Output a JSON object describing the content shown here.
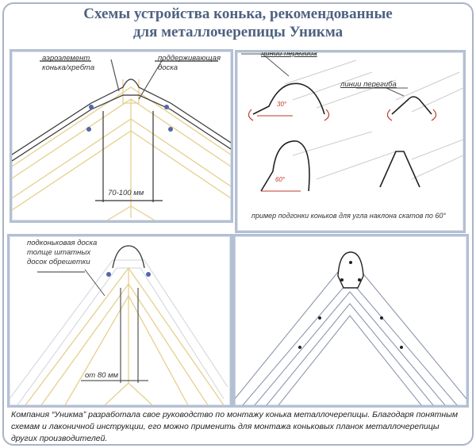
{
  "title": {
    "line1": "Схемы устройства конька, рекомендованные",
    "line2": "для металлочерепицы Уникма"
  },
  "panel_top_left": {
    "label_aero": [
      "аэроэлемент",
      "конька/хребта"
    ],
    "label_board": [
      "поддерживающая",
      "доска"
    ],
    "dimension": "70-100 мм"
  },
  "panel_top_right": {
    "bend_line_1": "линии перегиба",
    "bend_line_2": "линии перегиба",
    "angle_30": "30°",
    "angle_60": "60°",
    "note": "пример подгонки коньков для угла наклона скатов по 60°"
  },
  "panel_bottom_left": {
    "label_board": [
      "подконьковая доска",
      "толще штатных",
      "досок обрешетки"
    ],
    "dimension": "от 80 мм"
  },
  "caption": "Компания “Уникма” разработала свое руководство по монтажу конька металлочерепицы. Благодаря понятным схемам и  лаконичной инструкции, его можно применить для монтажа коньковых планок металлочерепицы других производителей.",
  "colors": {
    "title": "#4e6281",
    "border": "#b3bfd3",
    "wood": "#e6cf8e",
    "accent_red": "#c0392b",
    "fastener": "#5566aa"
  }
}
